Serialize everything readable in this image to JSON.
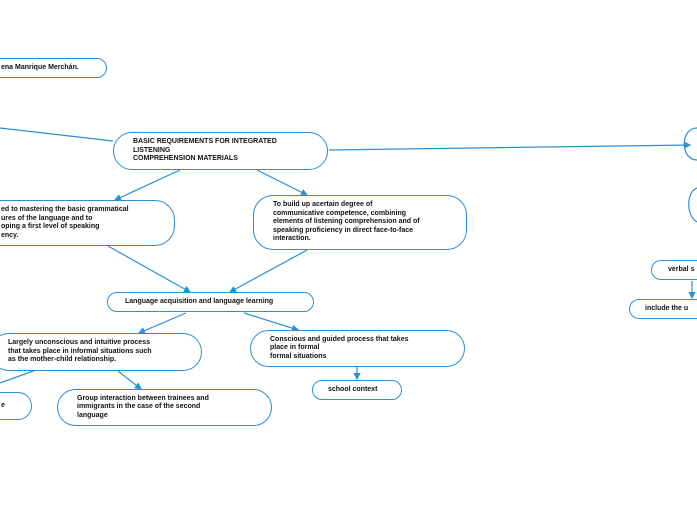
{
  "nodes": {
    "author": "ena Manrique Merchán.",
    "central": "BASIC REQUIREMENTS FOR INTEGRATED\nLISTENING\n COMPREHENSION MATERIALS",
    "left_goal": "ed to mastering the basic grammatical\nures of the language and to\noping a first level of speaking\nency.",
    "right_goal": "To build up acertain degree of\ncommunicative competence, combining\nelements of listening comprehension and of\nspeaking proficiency in direct face-to-face\ninteraction.",
    "acquisition": "Language acquisition and language learning",
    "unconscious": "Largely unconscious and intuitive process\nthat takes place in informal situations such\nas the mother-child relationship.",
    "conscious": "Conscious and guided process that takes\nplace in formal\nformal situations",
    "school": "school context",
    "group": "Group interaction between trainees and\nimmigrants in the case of the second\nlanguage",
    "partial_left": "e",
    "verbal": "verbal s",
    "include": "include the u"
  },
  "colors": {
    "line": "#2b8fd6",
    "text": "#111111"
  }
}
